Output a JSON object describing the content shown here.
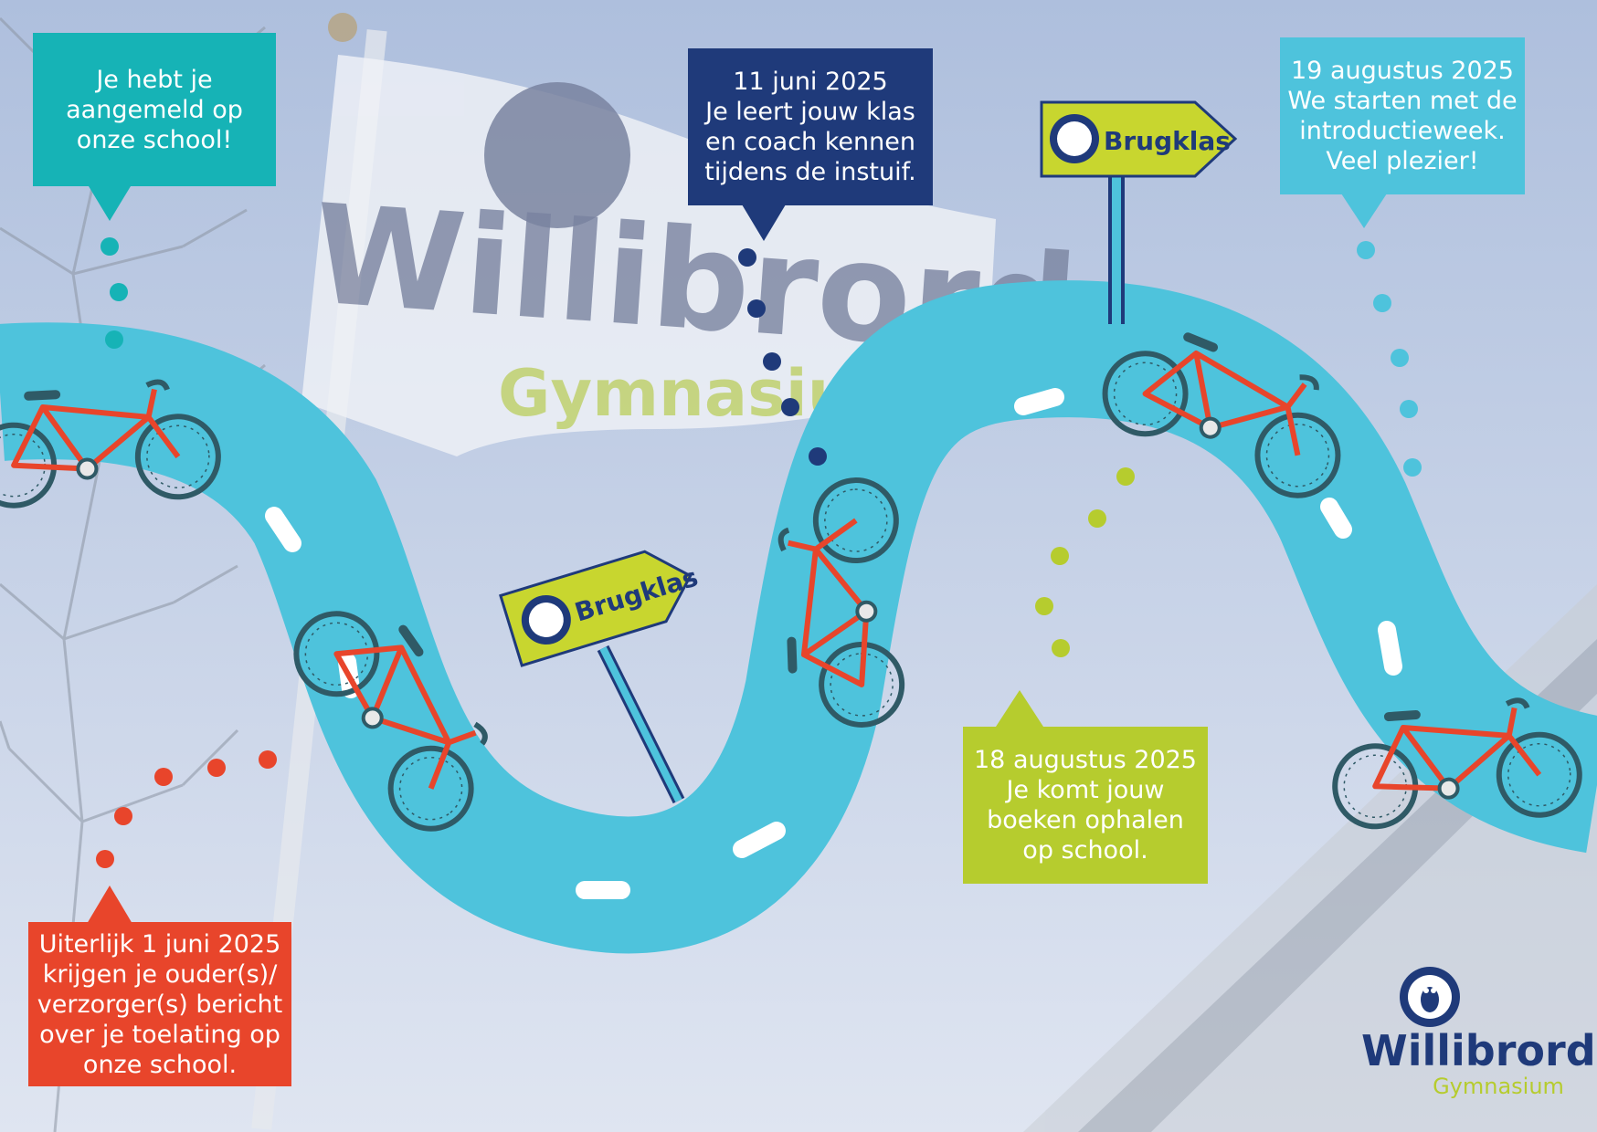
{
  "colors": {
    "road": "#4ec3dc",
    "teal": "#16b3b6",
    "navy": "#1f3a7a",
    "lime": "#b6cc2e",
    "sky": "#4ec3dc",
    "red": "#e8452b"
  },
  "flag": {
    "word1": "Willibrord",
    "word2": "Gymnasium"
  },
  "signs": [
    {
      "label": "Brugklas"
    },
    {
      "label": "Brugklas"
    }
  ],
  "milestones": [
    {
      "id": "aangemeld",
      "color": "teal",
      "lines": [
        "Je hebt je",
        "aangemeld op",
        "onze school!"
      ]
    },
    {
      "id": "juni-11",
      "color": "navy",
      "lines": [
        "11 juni 2025",
        "Je leert jouw klas",
        "en coach kennen",
        "tijdens de instuif."
      ]
    },
    {
      "id": "aug-19",
      "color": "sky",
      "lines": [
        "19 augustus 2025",
        "We starten met de",
        "introductieweek.",
        "Veel plezier!"
      ]
    },
    {
      "id": "aug-18",
      "color": "lime",
      "lines": [
        "18 augustus 2025",
        "Je komt jouw",
        "boeken ophalen",
        "op school."
      ]
    },
    {
      "id": "juni-1",
      "color": "red",
      "lines": [
        "Uiterlijk 1 juni 2025",
        "krijgen je ouder(s)/",
        "verzorger(s)  bericht",
        "over je toelating op",
        "onze school."
      ]
    }
  ],
  "logo": {
    "name": "Willibrord",
    "subtitle": "Gymnasium"
  }
}
